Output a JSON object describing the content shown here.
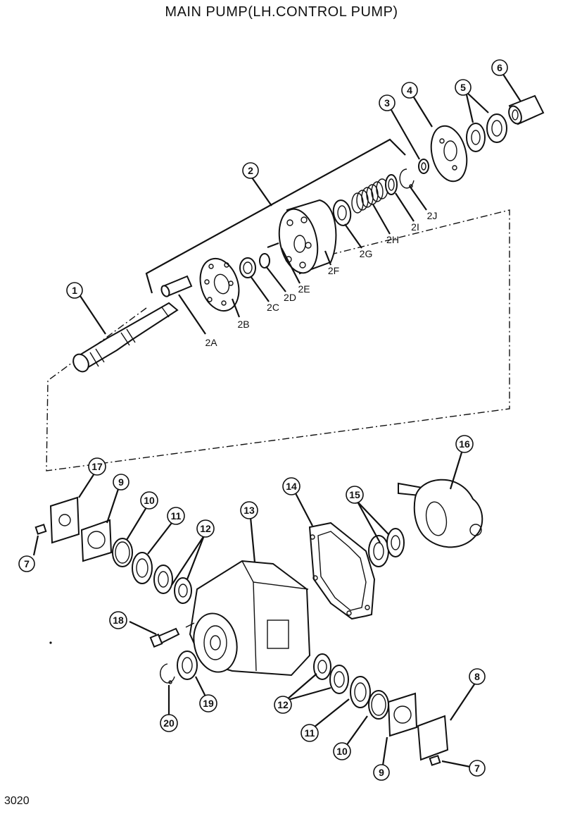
{
  "title": "MAIN PUMP(LH.CONTROL PUMP)",
  "page_number": "3020",
  "callouts": {
    "c1": "1",
    "c2": "2",
    "c3": "3",
    "c4": "4",
    "c5": "5",
    "c6": "6",
    "c7a": "7",
    "c7b": "7",
    "c8": "8",
    "c9a": "9",
    "c9b": "9",
    "c10a": "10",
    "c10b": "10",
    "c11a": "11",
    "c11b": "11",
    "c12a": "12",
    "c12b": "12",
    "c13": "13",
    "c14": "14",
    "c15": "15",
    "c16": "16",
    "c17": "17",
    "c18": "18",
    "c19": "19",
    "c20": "20"
  },
  "sub_labels": {
    "a2A": "2A",
    "a2B": "2B",
    "a2C": "2C",
    "a2D": "2D",
    "a2E": "2E",
    "a2F": "2F",
    "a2G": "2G",
    "a2H": "2H",
    "a2I": "2I",
    "a2J": "2J"
  }
}
